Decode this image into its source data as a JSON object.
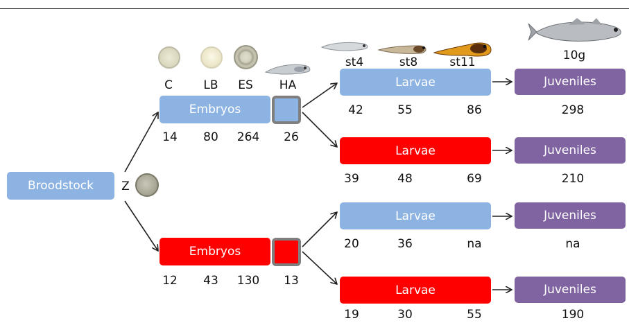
{
  "broodstock": "Broodstock",
  "zygote": "Z",
  "embryos": "Embryos",
  "larvae": "Larvae",
  "juveniles": "Juveniles",
  "stages": {
    "c": "C",
    "lb": "LB",
    "es": "ES",
    "ha": "HA"
  },
  "larval_stages": [
    "st4",
    "st8",
    "st11"
  ],
  "juvenile_weight": "10g",
  "embryo_values": {
    "blue": [
      "14",
      "80",
      "264",
      "26"
    ],
    "red": [
      "12",
      "43",
      "130",
      "13"
    ]
  },
  "rows": [
    {
      "larvae": [
        "42",
        "55",
        "86"
      ],
      "juveniles": "298"
    },
    {
      "larvae": [
        "39",
        "48",
        "69"
      ],
      "juveniles": "210"
    },
    {
      "larvae": [
        "20",
        "36",
        "na"
      ],
      "juveniles": "na"
    },
    {
      "larvae": [
        "19",
        "30",
        "55"
      ],
      "juveniles": "190"
    }
  ],
  "colors": {
    "blue": "#8db3e2",
    "red": "#fe0000",
    "purple": "#8064a2",
    "outline": "#7f7f7f"
  },
  "icons": [
    "egg-c-icon",
    "egg-lb-icon",
    "egg-es-icon",
    "hatched-larva-icon",
    "larva-st4-icon",
    "larva-st8-icon",
    "larva-st11-icon",
    "juvenile-fish-icon",
    "zygote-egg-icon"
  ]
}
